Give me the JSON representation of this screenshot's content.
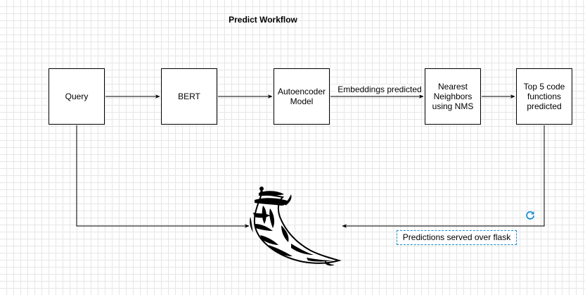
{
  "title": "Predict Workflow",
  "nodes": [
    {
      "id": "query",
      "label": "Query"
    },
    {
      "id": "bert",
      "label": "BERT"
    },
    {
      "id": "autoencoder",
      "label": "Autoencoder\nModel"
    },
    {
      "id": "nearest-neighbors",
      "label": "Nearest\nNeighbors\nusing NMS"
    },
    {
      "id": "top5",
      "label": "Top 5 code\nfunctions\npredicted"
    }
  ],
  "edges": [
    {
      "from": "query",
      "to": "bert",
      "label": ""
    },
    {
      "from": "bert",
      "to": "autoencoder",
      "label": ""
    },
    {
      "from": "autoencoder",
      "to": "nearest-neighbors",
      "label": "Embeddings predicted"
    },
    {
      "from": "nearest-neighbors",
      "to": "top5",
      "label": ""
    },
    {
      "from": "query",
      "to": "flask",
      "label": ""
    },
    {
      "from": "top5",
      "to": "flask",
      "label": "Predictions served over flask"
    }
  ],
  "edge_label": "Embeddings predicted",
  "flask_label": "Predictions served over flask",
  "colors": {
    "grid": "#e6e6e6",
    "stroke": "#000000",
    "label_border": "#1a8fd1",
    "refresh_icon": "#1a8fd1"
  },
  "icons": {
    "flask_logo": "flask-logo-horn",
    "refresh": "refresh-icon"
  }
}
